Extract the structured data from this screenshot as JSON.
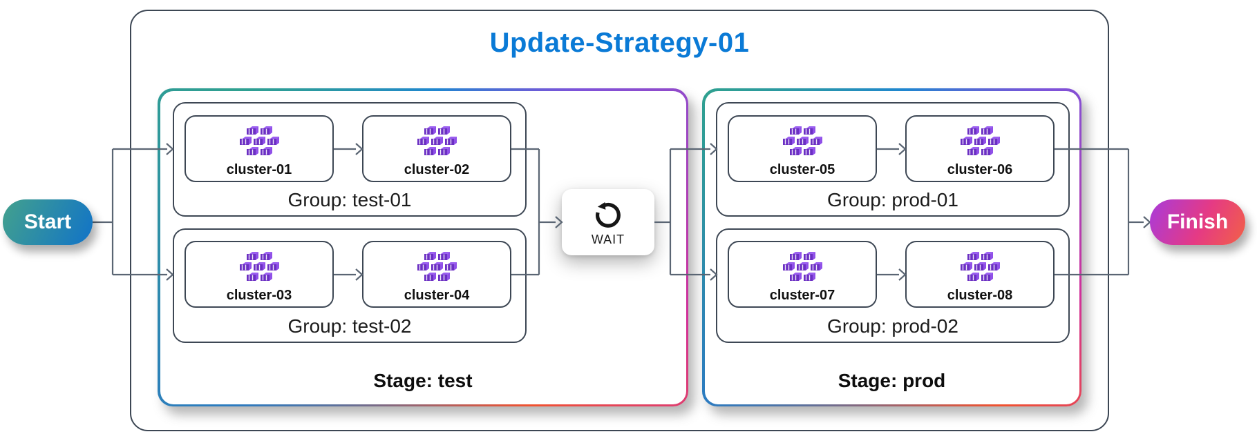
{
  "title": "Update-Strategy-01",
  "start": {
    "label": "Start"
  },
  "finish": {
    "label": "Finish"
  },
  "wait": {
    "label": "WAIT",
    "icon": "refresh-ccw-icon"
  },
  "stages": [
    {
      "label": "Stage: test",
      "groups": [
        {
          "label": "Group: test-01",
          "clusters": [
            {
              "label": "cluster-01",
              "icon": "container-cluster-icon"
            },
            {
              "label": "cluster-02",
              "icon": "container-cluster-icon"
            }
          ]
        },
        {
          "label": "Group: test-02",
          "clusters": [
            {
              "label": "cluster-03",
              "icon": "container-cluster-icon"
            },
            {
              "label": "cluster-04",
              "icon": "container-cluster-icon"
            }
          ]
        }
      ]
    },
    {
      "label": "Stage: prod",
      "groups": [
        {
          "label": "Group: prod-01",
          "clusters": [
            {
              "label": "cluster-05",
              "icon": "container-cluster-icon"
            },
            {
              "label": "cluster-06",
              "icon": "container-cluster-icon"
            }
          ]
        },
        {
          "label": "Group: prod-02",
          "clusters": [
            {
              "label": "cluster-07",
              "icon": "container-cluster-icon"
            },
            {
              "label": "cluster-08",
              "icon": "container-cluster-icon"
            }
          ]
        }
      ]
    }
  ],
  "colors": {
    "title_blue": "#0a7ad6",
    "box_border": "#3d4754",
    "connector": "#5a6573",
    "start_gradient": [
      "#43a18d",
      "#1173c8"
    ],
    "finish_gradient": [
      "#a83bdb",
      "#e53a84",
      "#f26146"
    ],
    "stage_border_gradient": [
      "#2fa090",
      "#1f86d0",
      "#7e52d9",
      "#d23099",
      "#f1522f",
      "#2c7bc0"
    ],
    "cluster_icon_purple": [
      "#6b2fc3",
      "#9050e8",
      "#9b5ff0"
    ]
  }
}
